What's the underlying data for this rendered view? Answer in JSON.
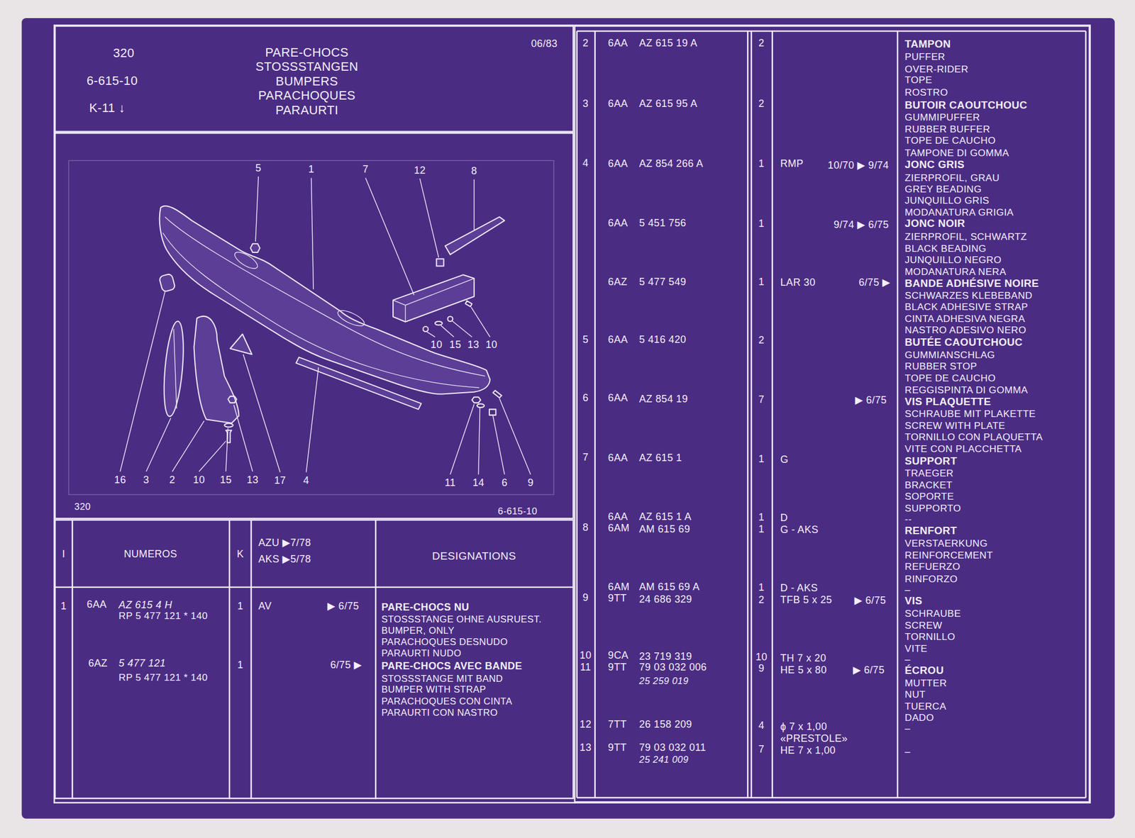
{
  "diagram": {
    "title": "PARE-CHOCS STOSSSTANGEN BUMPERS PARACHOQUES PARAURTI",
    "nodes": [
      {
        "text": [
          "320",
          "6-615-10",
          "K-11 ↓",
          "06/83"
        ]
      },
      {
        "text": [
          "320",
          "6-615-10"
        ]
      },
      {
        "text": [
          "I",
          "NUMEROS",
          "K",
          "AZU ▶7/78",
          "AKS ▶5/78",
          "DESIGNATIONS",
          "1",
          "6AA",
          "AZ 615 4 H",
          "RP 5 477 121 * 140",
          "1",
          "AV",
          "▶ 6/75",
          "PARE-CHOCS NU",
          "STOSSSTANGE OHNE AUSRUEST.",
          "BUMPER, ONLY",
          "PARACHOQUES DESNUDO",
          "PARAURTI NUDO",
          "6AZ",
          "5 477 121",
          "RP 5 477 121 * 140",
          "1",
          "6/75 ▶",
          "PARE-CHOCS AVEC BANDE",
          "STOSSSTANGE MIT BAND",
          "BUMPER WITH STRAP",
          "PARACHOQUES CON CINTA",
          "PARAURTI CON NASTRO"
        ]
      },
      {
        "text": [
          "2",
          "6AA",
          "AZ 615 19 A",
          "2",
          "3",
          "6AA",
          "AZ 615 95 A",
          "2",
          "4",
          "6AA",
          "AZ 854 266 A",
          "1",
          "RMP",
          "10/70 ▶ 9/74",
          "6AA",
          "5 451 756",
          "1",
          "9/74 ▶ 6/75",
          "6AZ",
          "5 477 549",
          "1",
          "LAR 30",
          "6/75 ▶",
          "5",
          "6AA",
          "5 416 420",
          "2",
          "6",
          "6AA",
          "AZ 854 19",
          "7",
          "▶ 6/75",
          "7",
          "6AA",
          "AZ 615 1",
          "1",
          "G",
          "8",
          "6AA",
          "AZ 615 1 A",
          "1",
          "D",
          "6AM",
          "AM 615 69",
          "1",
          "G - AKS",
          "9",
          "6AM",
          "AM 615 69 A",
          "1",
          "D - AKS",
          "9TT",
          "24 686 329",
          "2",
          "TFB 5 x 25",
          "▶ 6/75",
          "10",
          "11",
          "9CA",
          "9TT",
          "23 719 319",
          "79 03 032 006",
          "25 259 019",
          "10",
          "9",
          "TH 7 x 20",
          "HE 5 x 80",
          "▶ 6/75",
          "12",
          "7TT",
          "26 158 209",
          "4",
          "ϕ 7 x 1,00",
          "«PRESTOLE»",
          "13",
          "9TT",
          "79 03 032 011",
          "7",
          "HE 7 x 1,00",
          "25 241 009",
          "TAMPON",
          "PUFFER",
          "OVER-RIDER",
          "TOPE",
          "ROSTRO",
          "BUTOIR CAOUTCHOUC",
          "GUMMIPUFFER",
          "RUBBER BUFFER",
          "TOPE DE CAUCHO",
          "TAMPONE DI GOMMA",
          "JONC GRIS",
          "ZIERPROFIL, GRAU",
          "GREY BEADING",
          "JUNQUILLO GRIS",
          "MODANATURA GRIGIA",
          "JONC NOIR",
          "ZIERPROFIL, SCHWARTZ",
          "BLACK BEADING",
          "JUNQUILLO NEGRO",
          "MODANATURA NERA",
          "BANDE ADHÉSIVE NOIRE",
          "SCHWARZES KLEBEBAND",
          "BLACK ADHESIVE STRAP",
          "CINTA ADHESIVA NEGRA",
          "NASTRO ADESIVO NERO",
          "BUTÉE CAOUTCHOUC",
          "GUMMIANSCHLAG",
          "RUBBER STOP",
          "TOPE DE CAUCHO",
          "REGGISPINTA DI GOMMA",
          "VIS PLAQUETTE",
          "SCHRAUBE MIT PLAKETTE",
          "SCREW WITH PLATE",
          "TORNILLO CON PLAQUETTA",
          "VITE CON PLACCHETTA",
          "SUPPORT",
          "TRAEGER",
          "BRACKET",
          "SOPORTE",
          "SUPPORTO",
          "--",
          "RENFORT",
          "VERSTAERKUNG",
          "REINFORCEMENT",
          "REFUERZO",
          "RINFORZO",
          "–",
          "VIS",
          "SCHRAUBE",
          "SCREW",
          "TORNILLO",
          "VITE",
          "–",
          "ÉCROU",
          "MUTTER",
          "NUT",
          "TUERCA",
          "DADO",
          "–",
          "–"
        ]
      }
    ],
    "labels": [
      "5",
      "1",
      "7",
      "12",
      "8",
      "10",
      "15",
      "13",
      "10",
      "16",
      "3",
      "2",
      "10",
      "15",
      "13",
      "17",
      "4",
      "11",
      "14",
      "6",
      "9"
    ]
  }
}
